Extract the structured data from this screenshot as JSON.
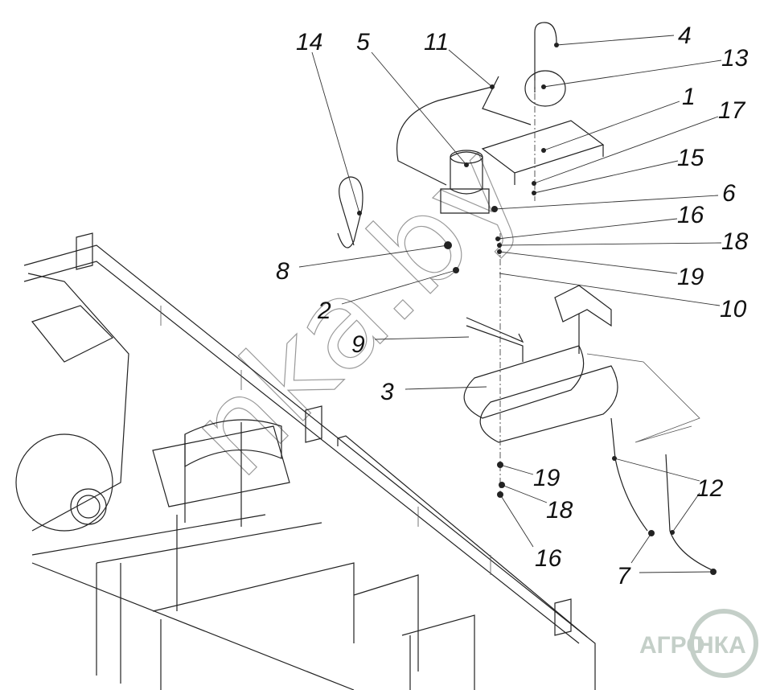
{
  "diagram": {
    "callouts": [
      "14",
      "5",
      "11",
      "4",
      "13",
      "1",
      "17",
      "15",
      "6",
      "16",
      "18",
      "19",
      "10",
      "8",
      "2",
      "9",
      "3",
      "19",
      "18",
      "16",
      "12",
      "7"
    ]
  },
  "watermark": "nka.by",
  "logo": {
    "left": "АГРО",
    "right": "НКА"
  }
}
